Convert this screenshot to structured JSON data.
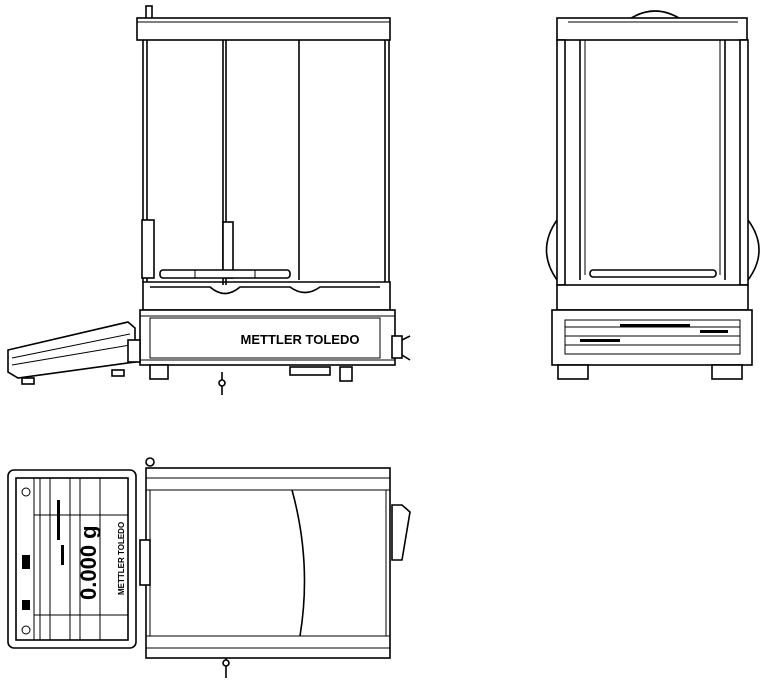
{
  "views": {
    "side": {
      "brand_label": "METTLER TOLEDO"
    },
    "front": {},
    "top": {
      "weight_reading": "0.000 g",
      "brand_label": "METTLER TOLEDO"
    }
  },
  "colors": {
    "line": "#000000",
    "background": "#ffffff"
  }
}
